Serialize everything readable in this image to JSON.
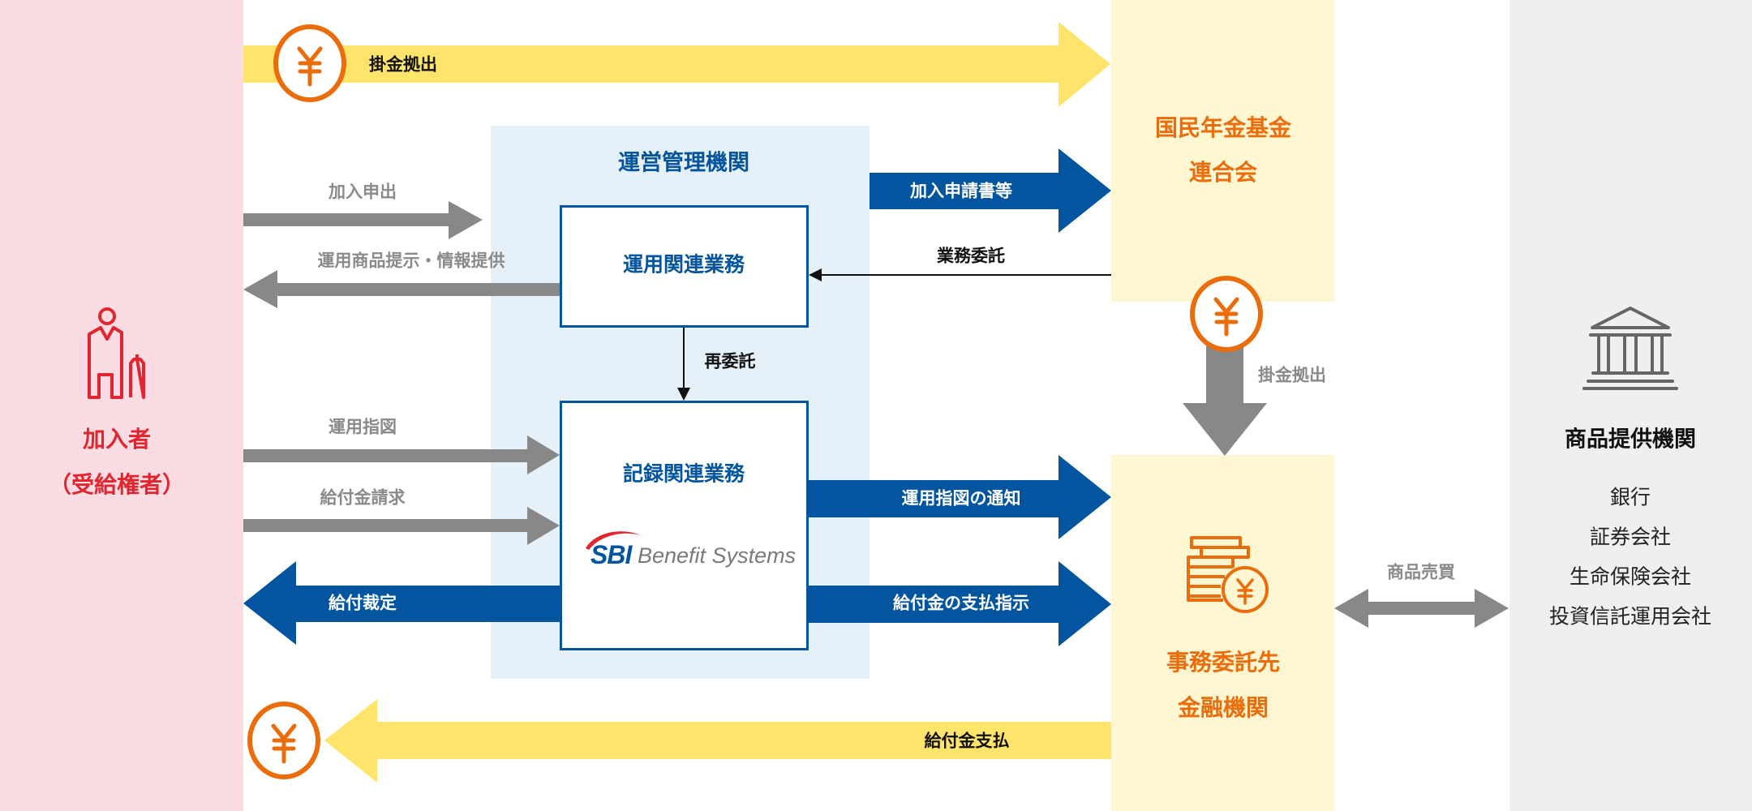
{
  "colors": {
    "participant_red": "#e2252e",
    "participant_bg": "#fadce2",
    "management_blue": "#04559f",
    "management_bg": "#e5f0f8",
    "federation_orange": "#ea6c0b",
    "federation_bg": "#fff6d2",
    "money_yellow": "#ffe46c",
    "flow_gray": "#888888",
    "provider_bg": "#efefef"
  },
  "participant": {
    "icon": "person-with-luggage-icon",
    "label": "加入者",
    "sublabel": "（受給権者）"
  },
  "management": {
    "title": "運営管理機関",
    "operations_box": "運用関連業務",
    "records_box": "記録関連業務",
    "recommission_label": "再委託",
    "logo": {
      "mark": "SBI",
      "text": "Benefit Systems"
    }
  },
  "federation": {
    "line1": "国民年金基金",
    "line2": "連合会"
  },
  "custodian": {
    "icon": "coin-stack-yen-icon",
    "line1": "事務委託先",
    "line2": "金融機関"
  },
  "provider": {
    "icon": "bank-building-icon",
    "title": "商品提供機関",
    "items": [
      "銀行",
      "証券会社",
      "生命保険会社",
      "投資信託運用会社"
    ]
  },
  "flows": {
    "contribution_top": "掛金拠出",
    "enrollment": "加入申出",
    "product_info": "運用商品提示・情報提供",
    "investment_instruction": "運用指図",
    "benefit_claim": "給付金請求",
    "benefit_decision": "給付裁定",
    "benefit_payment": "給付金支払",
    "application_forms": "加入申請書等",
    "business_commission": "業務委託",
    "instruction_notice": "運用指図の通知",
    "payment_instruction": "給付金の支払指示",
    "contribution_down": "掛金拠出",
    "product_trading": "商品売買"
  }
}
